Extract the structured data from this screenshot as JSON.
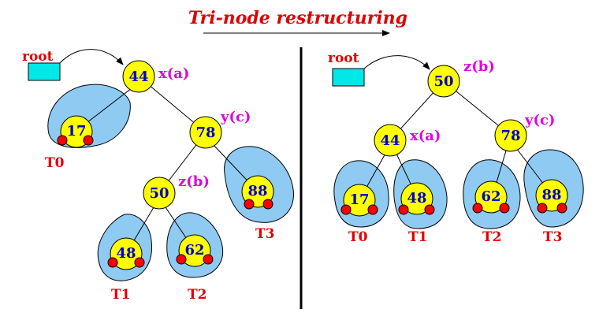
{
  "title": "Tri-node restructuring",
  "colors": {
    "subtree": "#8fcaf2",
    "node": "#ffff00",
    "dot": "#ff0000",
    "root_box": "#00e8e8",
    "title": "#e00000",
    "role_label": "#e000e0",
    "key": "#0000cc"
  },
  "left": {
    "root_label": "root",
    "nodes": [
      {
        "key": "44",
        "role": "x(a)"
      },
      {
        "key": "78",
        "role": "y(c)"
      },
      {
        "key": "50",
        "role": "z(b)"
      }
    ],
    "subtrees": [
      {
        "key": "17",
        "name": "T0"
      },
      {
        "key": "48",
        "name": "T1"
      },
      {
        "key": "62",
        "name": "T2"
      },
      {
        "key": "88",
        "name": "T3"
      }
    ]
  },
  "right": {
    "root_label": "root",
    "nodes": [
      {
        "key": "50",
        "role": "z(b)"
      },
      {
        "key": "44",
        "role": "x(a)"
      },
      {
        "key": "78",
        "role": "y(c)"
      }
    ],
    "subtrees": [
      {
        "key": "17",
        "name": "T0"
      },
      {
        "key": "48",
        "name": "T1"
      },
      {
        "key": "62",
        "name": "T2"
      },
      {
        "key": "88",
        "name": "T3"
      }
    ]
  }
}
